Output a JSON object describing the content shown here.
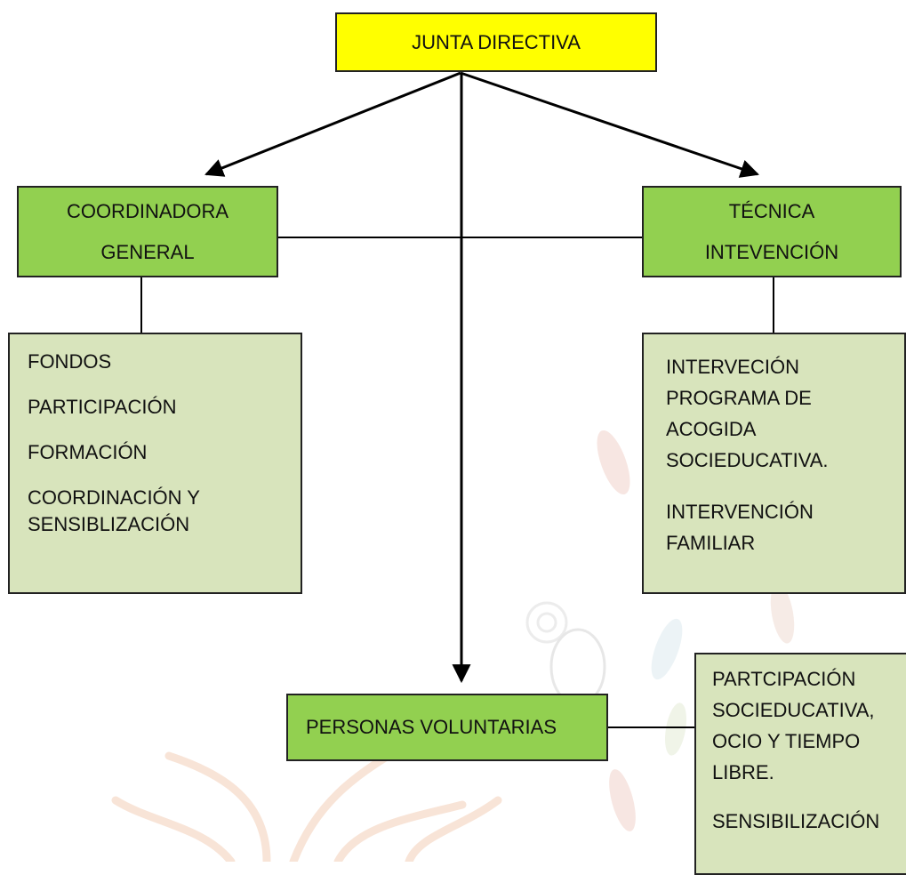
{
  "nodes": {
    "junta": "JUNTA DIRECTIVA",
    "coordinadora": "COORDINADORA\nGENERAL",
    "tecnica": "TÉCNICA\nINTEVENCIÓN",
    "voluntarias": "PERSONAS VOLUNTARIAS"
  },
  "coordinadora_tasks": [
    "FONDOS",
    "PARTICIPACIÓN",
    "FORMACIÓN",
    "COORDINACIÓN Y\nSENSIBLIZACIÓN"
  ],
  "tecnica_tasks": [
    "INTERVECIÓN\nPROGRAMA DE\nACOGIDA\nSOCIEDUCATIVA.",
    "INTERVENCIÓN\nFAMILIAR"
  ],
  "voluntarias_tasks": [
    "PARTCIPACIÓN\nSOCIEDUCATIVA,\nOCIO Y TIEMPO\nLIBRE.",
    "SENSIBILIZACIÓN"
  ],
  "colors": {
    "top_box": "#ffff00",
    "role_box": "#92d050",
    "task_box": "#d8e4bc",
    "line": "#000000"
  }
}
